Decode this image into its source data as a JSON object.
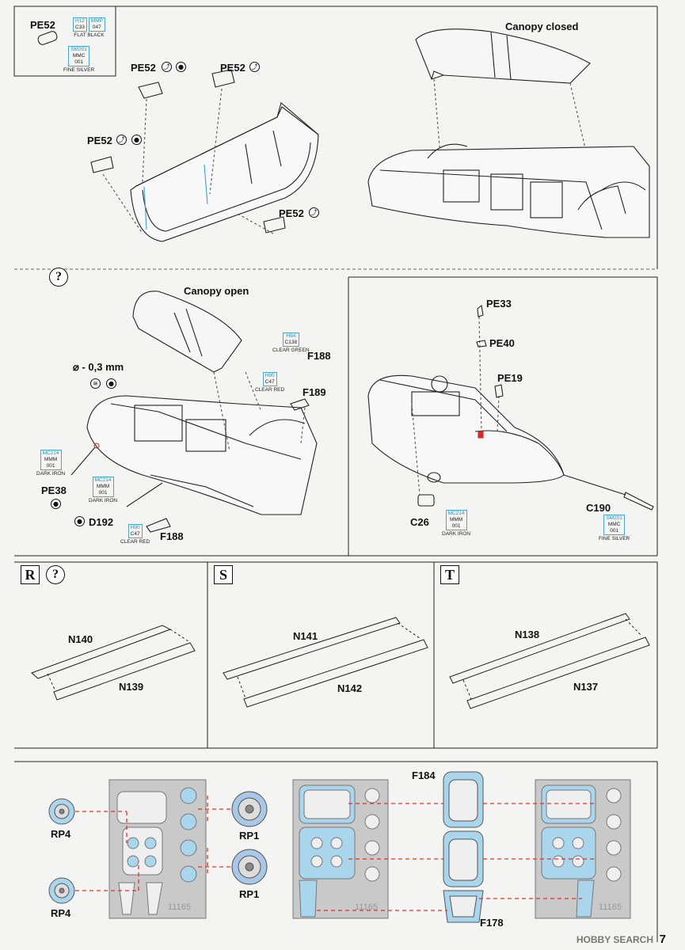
{
  "page_number": "7",
  "watermark": "HOBBY SEARCH",
  "sections": {
    "top_left": {
      "legend_part": "PE52",
      "paint1": {
        "codes": [
          "H12",
          "MMP",
          "C33",
          "047"
        ],
        "name": "FLAT BLACK"
      },
      "paint2": {
        "codes": [
          "SM201",
          "MMC",
          "001"
        ],
        "name": "FINE SILVER"
      },
      "callouts": [
        "PE52",
        "PE52",
        "PE52",
        "PE52"
      ]
    },
    "top_right": {
      "title": "Canopy closed"
    },
    "mid_left": {
      "title": "Canopy open",
      "drill": "⌀ - 0,3 mm",
      "parts": {
        "f188a": "F188",
        "f189": "F189",
        "pe38": "PE38",
        "d192": "D192",
        "f188b": "F188"
      },
      "paint_green": {
        "codes": [
          "H94",
          "C138"
        ],
        "name": "CLEAR GREEN"
      },
      "paint_red1": {
        "codes": [
          "H90",
          "C47"
        ],
        "name": "CLEAR RED"
      },
      "paint_iron1": {
        "codes": [
          "MC214",
          "MMM",
          "001"
        ],
        "name": "DARK IRON"
      },
      "paint_iron2": {
        "codes": [
          "MC214",
          "MMM",
          "001"
        ],
        "name": "DARK IRON"
      },
      "paint_red2": {
        "codes": [
          "H90",
          "C47"
        ],
        "name": "CLEAR RED"
      }
    },
    "mid_right": {
      "parts": {
        "pe33": "PE33",
        "pe40": "PE40",
        "pe19": "PE19",
        "c26": "C26",
        "c190": "C190"
      },
      "paint_iron": {
        "codes": [
          "MC214",
          "MMM",
          "001"
        ],
        "name": "DARK IRON"
      },
      "paint_silver": {
        "codes": [
          "SM201",
          "MMC",
          "001"
        ],
        "name": "FINE SILVER"
      }
    },
    "step_r": {
      "letter": "R",
      "parts": [
        "N140",
        "N139"
      ]
    },
    "step_s": {
      "letter": "S",
      "parts": [
        "N141",
        "N142"
      ]
    },
    "step_t": {
      "letter": "T",
      "parts": [
        "N138",
        "N137"
      ]
    },
    "masks": {
      "labels": {
        "rp4a": "RP4",
        "rp4b": "RP4",
        "rp1a": "RP1",
        "rp1b": "RP1",
        "f184": "F184",
        "f178": "F178"
      },
      "sheet_number": "11165",
      "colors": {
        "mask": "#a9d6ec",
        "sheet": "#c9c9c9",
        "dash": "#e03030"
      }
    }
  }
}
